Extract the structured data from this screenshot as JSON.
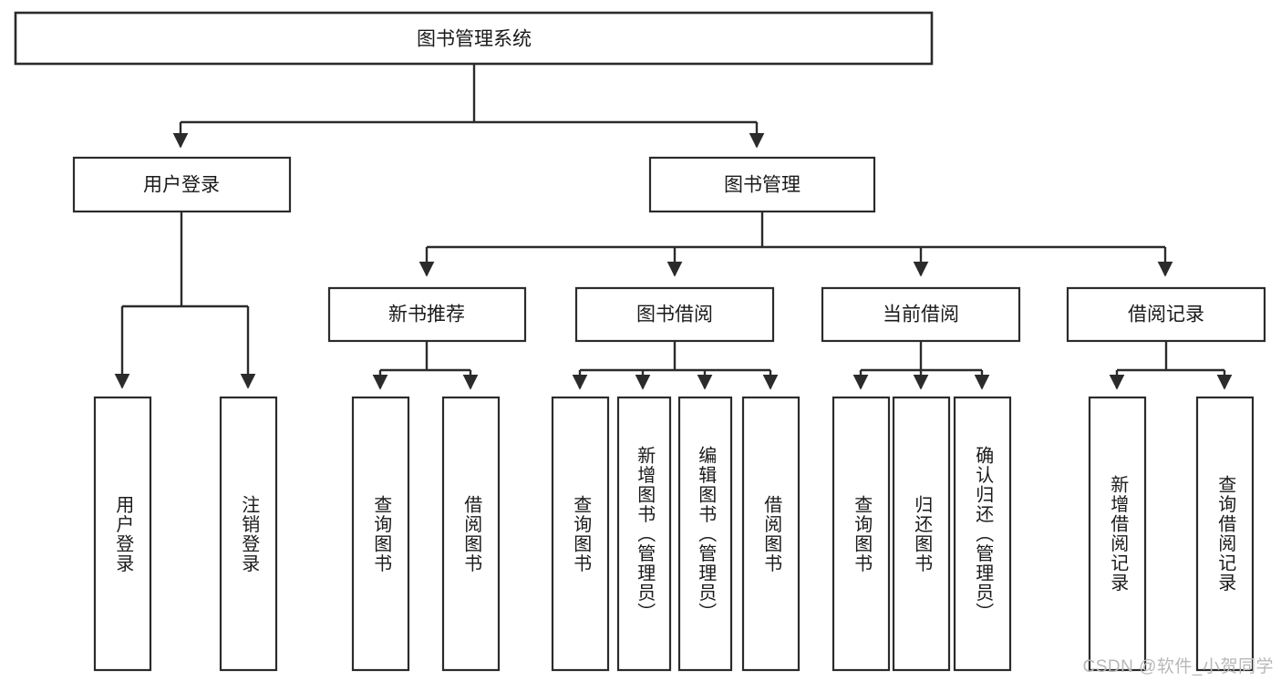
{
  "diagram": {
    "title_node": {
      "label": "图书管理系统"
    },
    "level2": [
      {
        "id": "user-login",
        "label": "用户登录"
      },
      {
        "id": "book-manage",
        "label": "图书管理"
      }
    ],
    "level3": [
      {
        "id": "new-book-recommend",
        "label": "新书推荐"
      },
      {
        "id": "book-borrow",
        "label": "图书借阅"
      },
      {
        "id": "current-borrow",
        "label": "当前借阅"
      },
      {
        "id": "borrow-record",
        "label": "借阅记录"
      }
    ],
    "leaves": {
      "user_login": [
        {
          "id": "leaf-user-login",
          "label": "用户登录"
        },
        {
          "id": "leaf-logout",
          "label": "注销登录"
        }
      ],
      "new_book_recommend": [
        {
          "id": "leaf-query-book-1",
          "label": "查询图书"
        },
        {
          "id": "leaf-borrow-book-1",
          "label": "借阅图书"
        }
      ],
      "book_borrow": [
        {
          "id": "leaf-query-book-2",
          "label": "查询图书"
        },
        {
          "id": "leaf-add-book",
          "label": "新增图书（管理员）"
        },
        {
          "id": "leaf-edit-book",
          "label": "编辑图书（管理员）"
        },
        {
          "id": "leaf-borrow-book-2",
          "label": "借阅图书"
        }
      ],
      "current_borrow": [
        {
          "id": "leaf-query-book-3",
          "label": "查询图书"
        },
        {
          "id": "leaf-return-book",
          "label": "归还图书"
        },
        {
          "id": "leaf-confirm-return",
          "label": "确认归还（管理员）"
        }
      ],
      "borrow_record": [
        {
          "id": "leaf-add-record",
          "label": "新增借阅记录"
        },
        {
          "id": "leaf-query-record",
          "label": "查询借阅记录"
        }
      ]
    },
    "colors": {
      "stroke": "#2b2b2b",
      "fill": "#ffffff",
      "text": "#1a1a1a",
      "watermark": "#b8b8b8"
    }
  },
  "watermark": {
    "text": "CSDN @软件_小贺同学"
  }
}
